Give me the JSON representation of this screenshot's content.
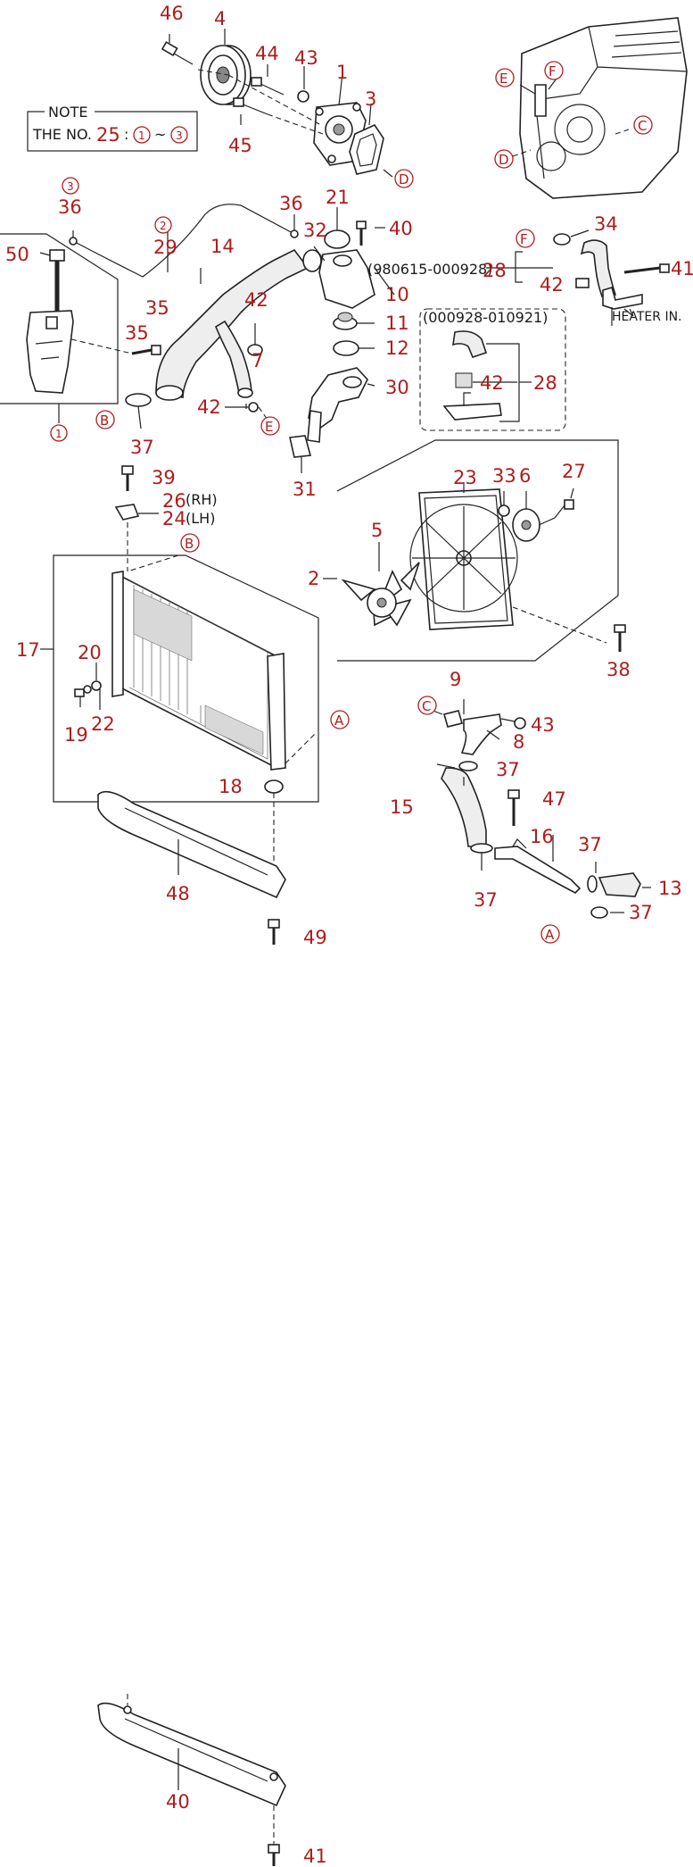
{
  "note": {
    "title": "NOTE",
    "prefix": "THE NO.",
    "number": "25",
    "colon": ":",
    "from": "1",
    "tilde": "~",
    "to": "3"
  },
  "bracket_labels": {
    "range_a": "(980615-000928)",
    "range_b": "(000928-010921)",
    "heater_in": "HEATER IN.",
    "rh": "(RH)",
    "lh": "(LH)"
  },
  "callouts": {
    "c46": "46",
    "c4": "4",
    "c44": "44",
    "c43a": "43",
    "c1": "1",
    "c3": "3",
    "c45": "45",
    "c36a": "36",
    "c36b": "36",
    "c21": "21",
    "c32": "32",
    "c40a": "40",
    "c14": "14",
    "c29": "29",
    "c50": "50",
    "c35": "35",
    "c28a": "28",
    "c10": "10",
    "c11": "11",
    "c12": "12",
    "c30": "30",
    "c42a": "42",
    "c42b": "42",
    "c42c": "42",
    "c42d": "42",
    "c7": "7",
    "c37a": "37",
    "c31": "31",
    "c34": "34",
    "c41a": "41",
    "c28b": "28",
    "c39": "39",
    "c26": "26",
    "c24": "24",
    "c23": "23",
    "c33": "33",
    "c6": "6",
    "c27": "27",
    "c5": "5",
    "c2": "2",
    "c38": "38",
    "c17": "17",
    "c20": "20",
    "c19": "19",
    "c22": "22",
    "c18": "18",
    "c48": "48",
    "c49": "49",
    "c9": "9",
    "c43b": "43",
    "c8": "8",
    "c37b": "37",
    "c15": "15",
    "c47": "47",
    "c16": "16",
    "c37c": "37",
    "c37d": "37",
    "c13": "13",
    "c37e": "37",
    "c40b": "40",
    "c41b": "41"
  },
  "circle_letters": {
    "E1": "E",
    "F1": "F",
    "C1": "C",
    "D1": "D",
    "D2": "D",
    "B1": "B",
    "E2": "E",
    "F2": "F",
    "B2": "B",
    "A1": "A",
    "C2": "C",
    "A2": "A"
  },
  "circle_numbers": {
    "n1": "1",
    "n2": "2",
    "n3": "3"
  }
}
